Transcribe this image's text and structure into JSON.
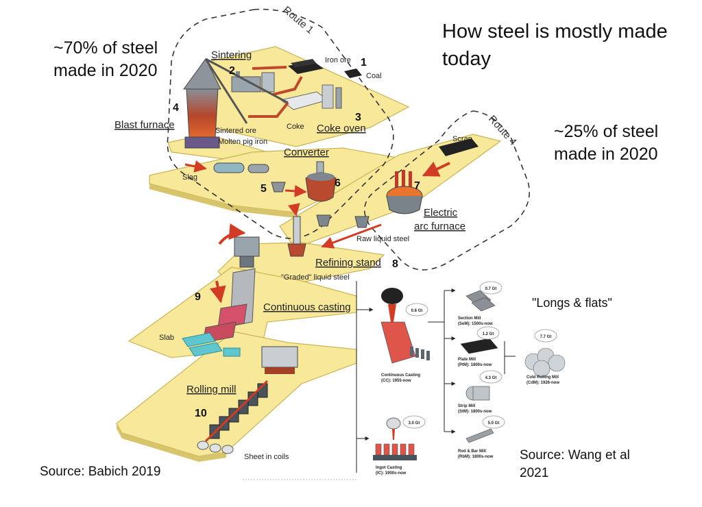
{
  "title": "How steel is mostly made today",
  "route1": {
    "label": "Route 1",
    "share": "~70% of steel made in 2020"
  },
  "route4": {
    "label": "Route 4",
    "share": "~25% of steel made in 2020"
  },
  "steps": {
    "n1": "1",
    "coal": "Coal",
    "iron_ore": "Iron ore",
    "n2": "2",
    "sintering": "Sintering",
    "n3": "3",
    "coke": "Coke",
    "coke_oven": "Coke oven",
    "n4": "4",
    "blast_furnace": "Blast furnace",
    "sintered_ore": "Sintered ore",
    "molten_pig_iron": "Molten pig iron",
    "slag": "Slag",
    "n5": "5",
    "converter": "Converter",
    "n6": "6",
    "scrap": "Scrap",
    "n7": "7",
    "eaf1": "Electric",
    "eaf2": "arc furnace",
    "raw_liquid_steel": "Raw liquid steel",
    "refining_stand": "Refining stand",
    "n8": "8",
    "graded_liquid_steel": "\"Graded\" liquid steel",
    "n9": "9",
    "continuous_casting": "Continuous casting",
    "slab": "Slab",
    "rolling_mill": "Rolling mill",
    "n10": "10",
    "sheet_in_coils": "Sheet in coils"
  },
  "wang": {
    "longs_flats": "\"Longs & flats\"",
    "cc_amount": "0.6 Gt",
    "cc_name": "Continuous Casting",
    "cc_sub": "(CC): 1955-now",
    "ic_amount": "3.0 Gt",
    "ic_name": "Ingot Casting",
    "ic_sub": "(IC): 1900s-now",
    "sem_amount": "0.7 Gt",
    "sem_name": "Section Mill",
    "sem_sub": "(SeM): 1500s-now",
    "ptm_amount": "1.2 Gt",
    "ptm_name": "Plate Mill",
    "ptm_sub": "(PtM): 1800s-now",
    "stm_amount": "4.3 Gt",
    "stm_name": "Strip Mill",
    "stm_sub": "(StM): 1800s-now",
    "rbm_amount": "5.0 Gt",
    "rbm_name": "Rod & Bar Mill",
    "rbm_sub": "(RbM): 1800s-now",
    "cdm_amount": "7.7 Gt",
    "cdm_name": "Cold Rolling Mill",
    "cdm_sub": "(CdM): 1926-now"
  },
  "sources": {
    "babich": "Source: Babich 2019",
    "wang": "Source: Wang et al 2021"
  },
  "colors": {
    "platform": "#f7e89a",
    "platform_edge": "#c8b456",
    "hot": "#d9452b",
    "steel": "#6b7680",
    "accent": "#4fc3c7"
  }
}
